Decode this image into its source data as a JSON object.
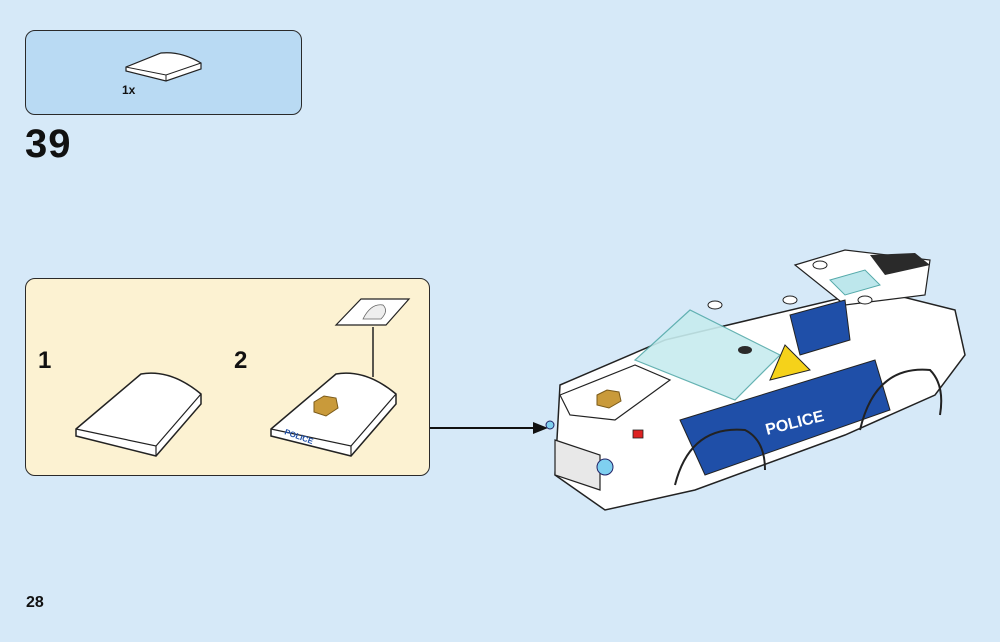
{
  "parts": {
    "quantity": "1x"
  },
  "step": {
    "number": "39"
  },
  "substeps": [
    {
      "number": "1"
    },
    {
      "number": "2"
    }
  ],
  "sticker_text": "POLICE",
  "car_text": "POLICE",
  "page": {
    "number": "28"
  },
  "colors": {
    "page_background": "#d6e9f8",
    "parts_box": "#b9daf3",
    "substep_box": "#fcf2d2",
    "police_blue": "#1f4fa8",
    "badge_gold": "#c99a3a"
  }
}
